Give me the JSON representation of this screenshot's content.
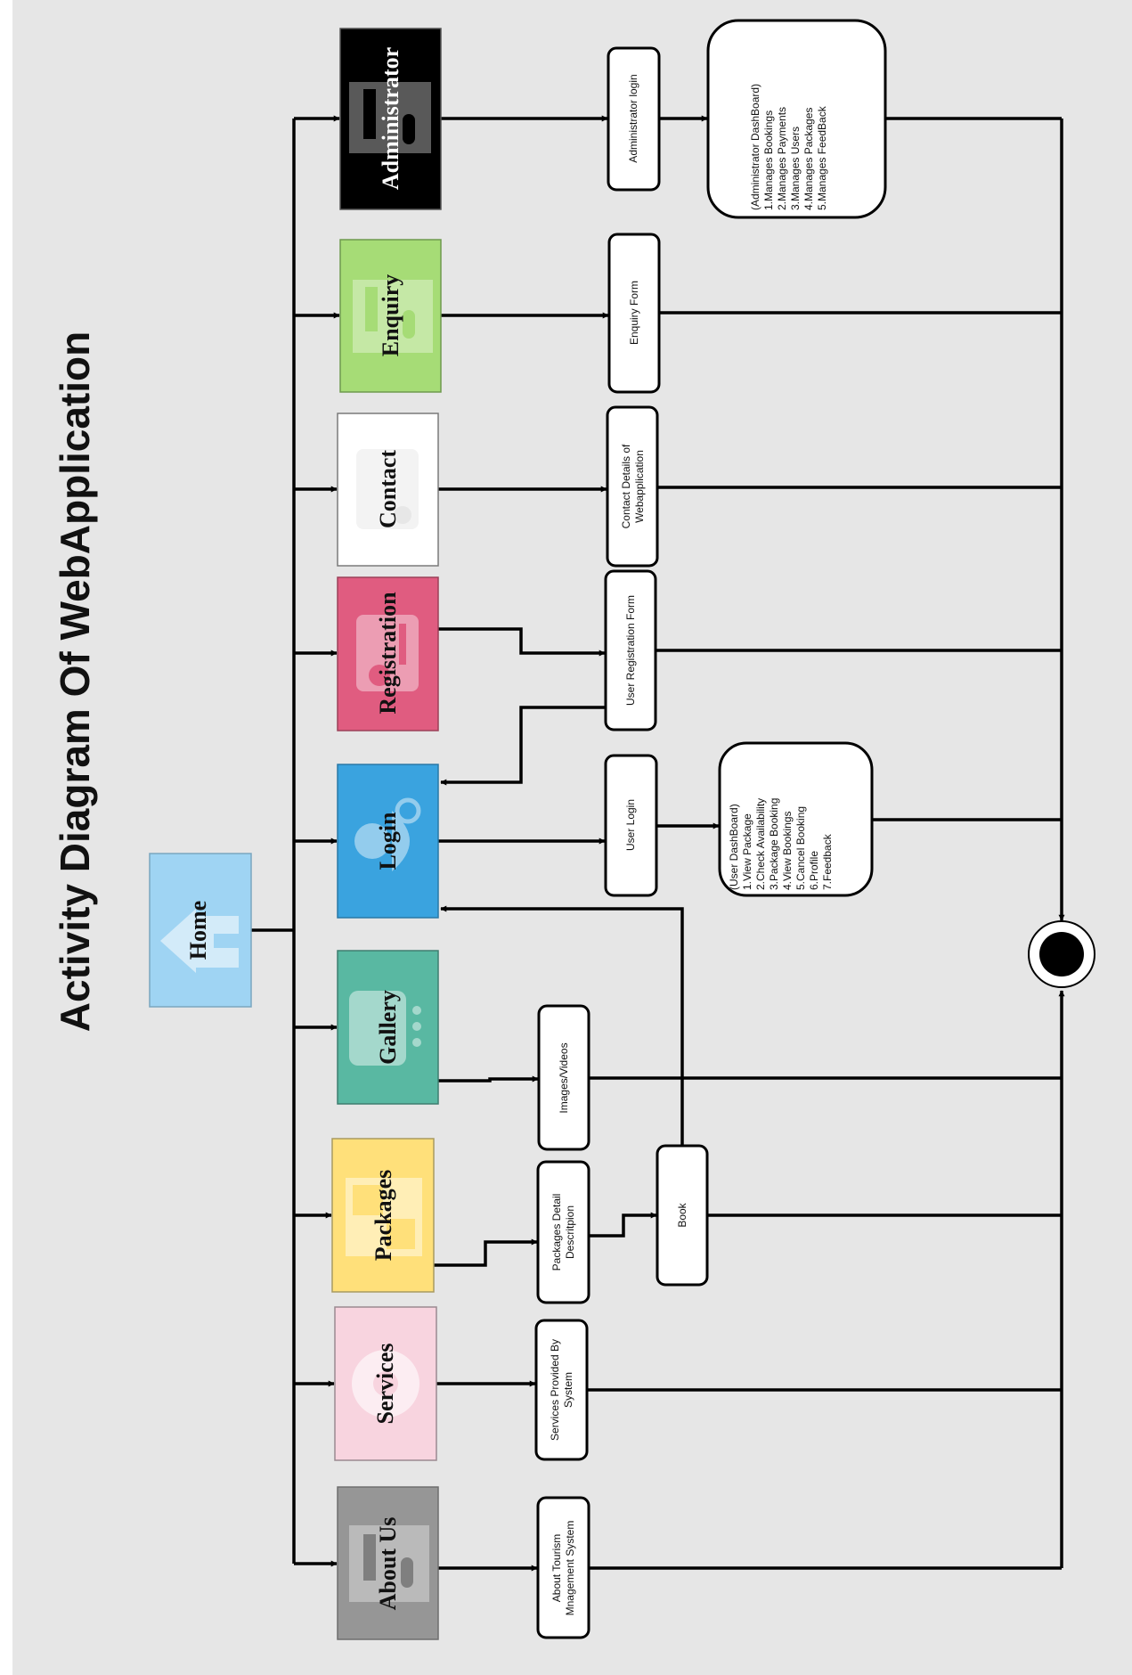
{
  "title": "Activity Diagram Of WebApplication",
  "colors": {
    "background": "#e6e6e6",
    "home": "#9fd4f3",
    "about": "#969696",
    "services": "#f8d4df",
    "packages": "#ffe07a",
    "gallery": "#59b8a2",
    "login": "#3aa3df",
    "registration": "#e05c80",
    "contact": "#ffffff",
    "enquiry": "#a6dc76",
    "administrator": "#000000"
  },
  "home": {
    "label": "Home",
    "icon": "house-icon"
  },
  "modules": [
    {
      "key": "about",
      "label": "About Us",
      "icon": "document-icon"
    },
    {
      "key": "services",
      "label": "Services",
      "icon": "gear-icon"
    },
    {
      "key": "packages",
      "label": "Packages",
      "icon": "image-icon"
    },
    {
      "key": "gallery",
      "label": "Gallery",
      "icon": "image-icon"
    },
    {
      "key": "login",
      "label": "Login",
      "icon": "user-icon"
    },
    {
      "key": "registration",
      "label": "Registration",
      "icon": "user-card-icon"
    },
    {
      "key": "contact",
      "label": "Contact",
      "icon": "chat-icon"
    },
    {
      "key": "enquiry",
      "label": "Enquiry",
      "icon": "document-icon"
    },
    {
      "key": "administrator",
      "label": "Administrator",
      "icon": "document-icon"
    }
  ],
  "activities": {
    "about": [
      "About Tourism",
      "Mnagement System"
    ],
    "services": [
      "Services Provided By",
      "System"
    ],
    "packages": [
      "Packages Detail",
      "Descritpion"
    ],
    "book": [
      "Book"
    ],
    "gallery": [
      "Images/Videos"
    ],
    "login": [
      "User Login"
    ],
    "registration": [
      "User Registration Form"
    ],
    "contact": [
      "Contact Details of",
      "Webapplication"
    ],
    "enquiry": [
      "Enquiry Form"
    ],
    "administrator": [
      "Administrator login"
    ]
  },
  "user_dashboard": [
    "(User DashBoard)",
    "1.View Package",
    "2.Check Availability",
    "3.Package Booking",
    "4.View Bookings",
    "5.Cancel Booking",
    "6.Profile",
    "7.Feedback"
  ],
  "admin_dashboard": [
    "(Administrator DashBoard)",
    "1.Manages Bookings",
    "2.Manages Payments",
    "3.Manages Users",
    "4.Manages Packages",
    "5.Manages FeedBack"
  ],
  "final_node": "end-node"
}
